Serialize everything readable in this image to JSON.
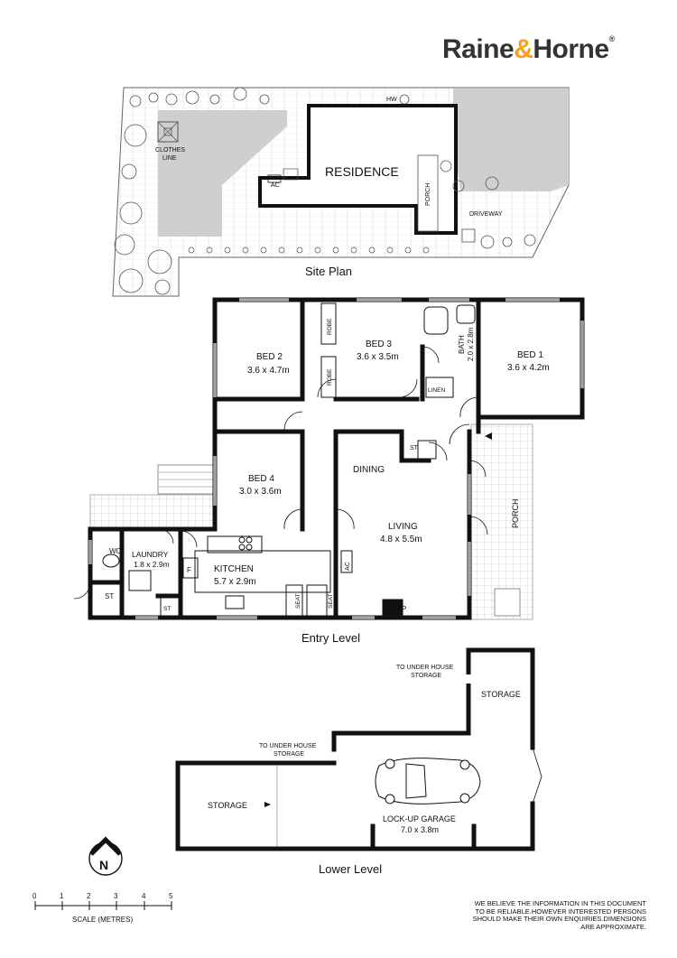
{
  "brand": {
    "part1": "Raine",
    "amp": "&",
    "part2": "Horne",
    "reg": "®"
  },
  "site_plan": {
    "title": "Site Plan",
    "labels": {
      "residence": "RESIDENCE",
      "clothes1": "CLOTHES",
      "clothes2": "LINE",
      "hw": "HW",
      "ac": "AC",
      "porch": "PORCH",
      "driveway": "DRIVEWAY"
    }
  },
  "entry_level": {
    "title": "Entry Level",
    "rooms": {
      "bed2": {
        "name": "BED 2",
        "size": "3.6 x 4.7m"
      },
      "bed3": {
        "name": "BED 3",
        "size": "3.6 x 3.5m"
      },
      "bath": {
        "name": "BATH",
        "size": "2.0 x 2.8m"
      },
      "bed1": {
        "name": "BED 1",
        "size": "3.6 x 4.2m"
      },
      "bed4": {
        "name": "BED 4",
        "size": "3.0 x 3.6m"
      },
      "dining": {
        "name": "DINING"
      },
      "living": {
        "name": "LIVING",
        "size": "4.8 x 5.5m"
      },
      "kitchen": {
        "name": "KITCHEN",
        "size": "5.7 x 2.9m"
      },
      "laundry": {
        "name": "LAUNDRY",
        "size": "1.8 x 2.9m"
      }
    },
    "labels": {
      "robe": "ROBE",
      "linen": "LINEN",
      "st": "ST",
      "wc": "WC",
      "f": "F",
      "ac": "AC",
      "seat": "SEAT",
      "fp": "FP",
      "porch": "PORCH"
    }
  },
  "lower_level": {
    "title": "Lower Level",
    "labels": {
      "under1": "TO UNDER HOUSE",
      "under2": "STORAGE",
      "storage": "STORAGE",
      "garage": "LOCK-UP GARAGE",
      "garage_size": "7.0 x 3.8m"
    }
  },
  "scale": {
    "title": "SCALE (METRES)",
    "ticks": [
      "0",
      "1",
      "2",
      "3",
      "4",
      "5"
    ]
  },
  "north": "N",
  "disclaimer": "WE BELIEVE THE INFORMATION IN THIS DOCUMENT TO BE RELIABLE.HOWEVER INTERESTED PERSONS SHOULD MAKE THEIR OWN ENQUIRIES.DIMENSIONS ARE APPROXIMATE."
}
